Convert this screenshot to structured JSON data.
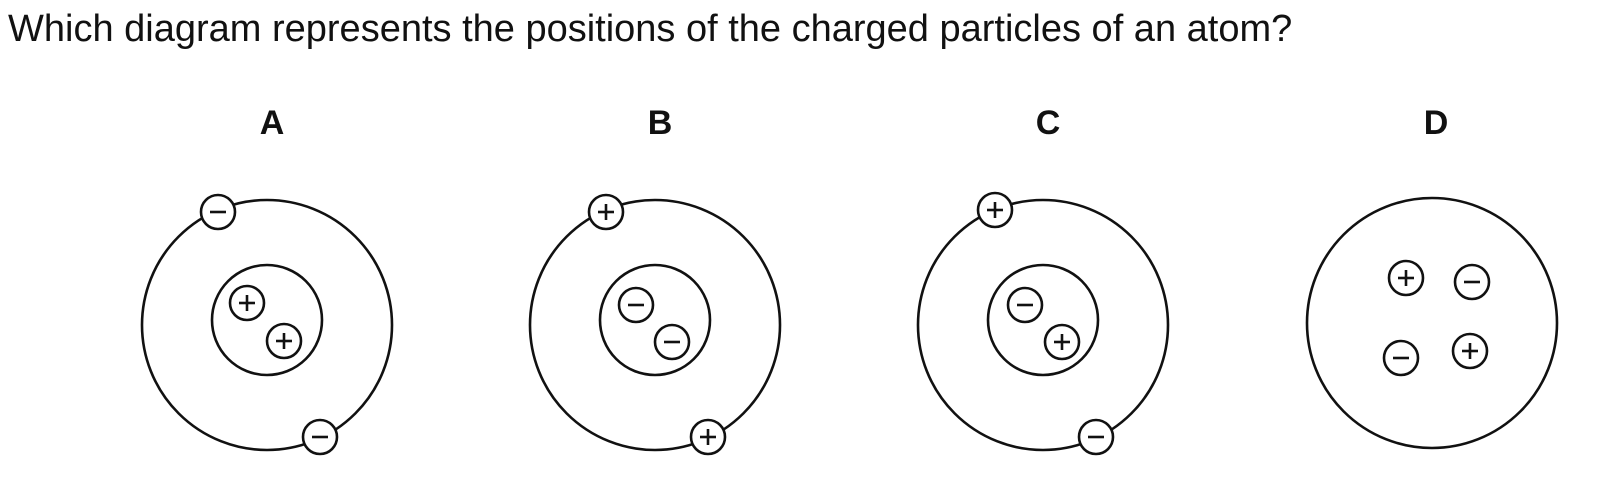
{
  "question": "Which diagram represents the positions of the charged particles of an atom?",
  "options": [
    {
      "label": "A",
      "type": "nuclear-orbit",
      "orbit_particles": [
        "negative",
        "negative"
      ],
      "nucleus_particles": [
        "positive",
        "positive"
      ]
    },
    {
      "label": "B",
      "type": "nuclear-orbit",
      "orbit_particles": [
        "positive",
        "positive"
      ],
      "nucleus_particles": [
        "negative",
        "negative"
      ]
    },
    {
      "label": "C",
      "type": "nuclear-orbit",
      "orbit_particles": [
        "positive",
        "negative"
      ],
      "nucleus_particles": [
        "negative",
        "positive"
      ]
    },
    {
      "label": "D",
      "type": "mixed-sphere",
      "particles": [
        "positive",
        "negative",
        "negative",
        "positive"
      ]
    }
  ]
}
